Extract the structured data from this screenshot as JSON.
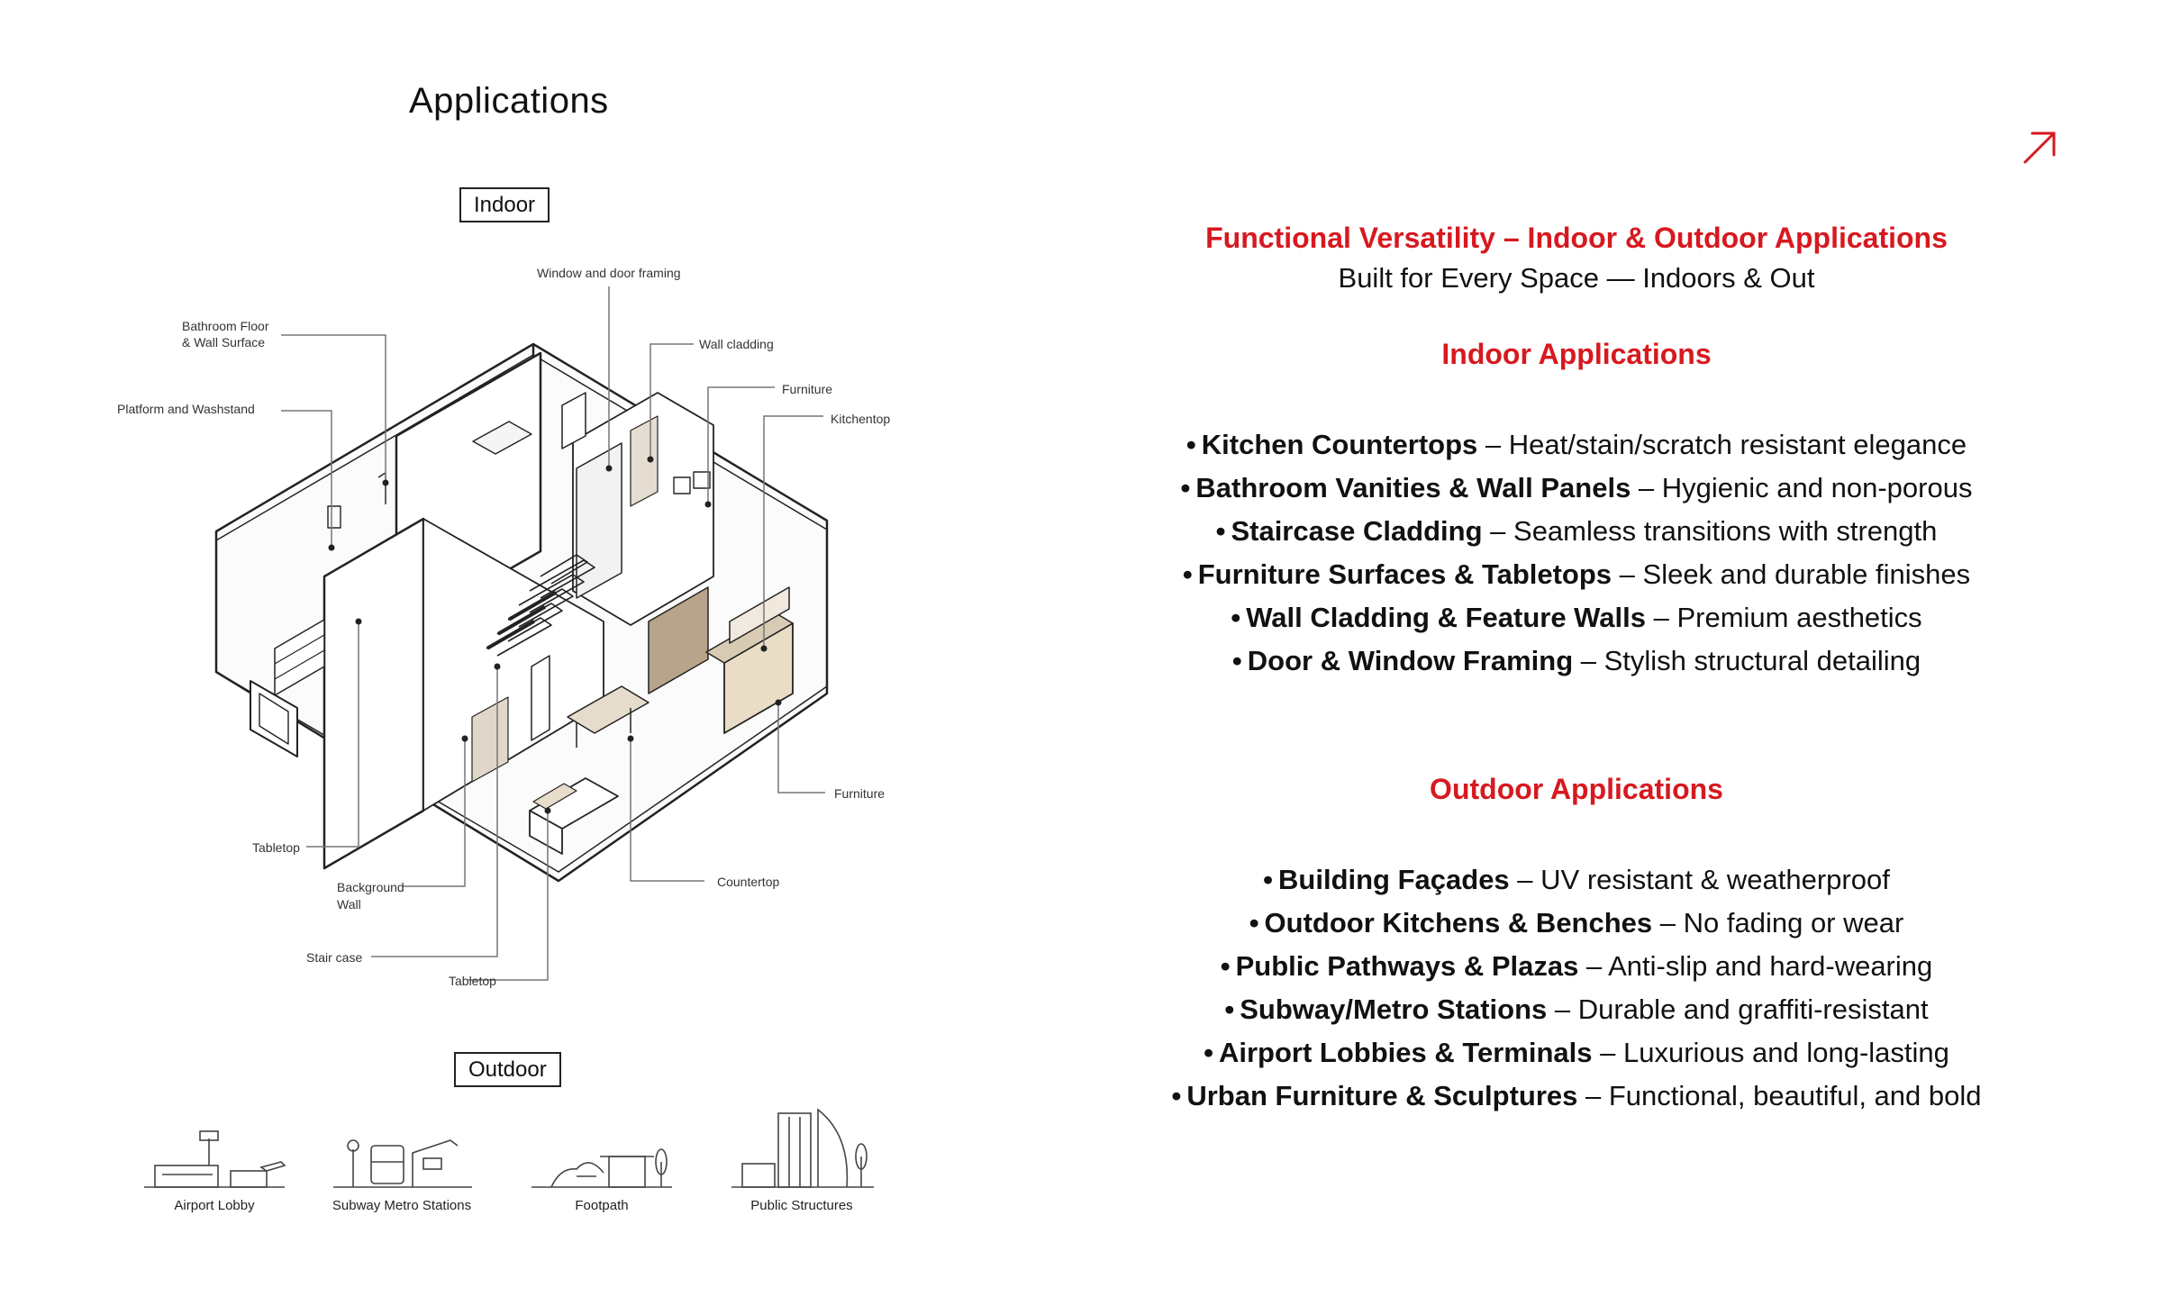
{
  "left": {
    "title": "Applications",
    "indoor_label": "Indoor",
    "outdoor_label": "Outdoor",
    "callouts": {
      "window_frame": "Window and door framing",
      "bath1": "Bathroom Floor",
      "bath2": "& Wall Surface",
      "wall_cladding": "Wall cladding",
      "furniture_top": "Furniture",
      "platform": "Platform and Washstand",
      "kitchentop": "Kitchentop",
      "furniture_right": "Furniture",
      "tabletop_left": "Tabletop",
      "bg1": "Background",
      "bg2": "Wall",
      "countertop": "Countertop",
      "staircase": "Stair case",
      "tabletop_bottom": "Tabletop"
    },
    "outdoor_items": [
      {
        "label": "Airport Lobby",
        "icon": "airport-icon"
      },
      {
        "label": "Subway Metro Stations",
        "icon": "subway-icon"
      },
      {
        "label": "Footpath",
        "icon": "footpath-icon"
      },
      {
        "label": "Public Structures",
        "icon": "public-structures-icon"
      }
    ]
  },
  "right": {
    "heading": "Functional Versatility – Indoor & Outdoor Applications",
    "subheading": "Built for Every Space — Indoors & Out",
    "indoor_heading": "Indoor Applications",
    "indoor_items": [
      {
        "bold": "Kitchen Countertops",
        "rest": " – Heat/stain/scratch resistant elegance"
      },
      {
        "bold": "Bathroom Vanities & Wall Panels",
        "rest": " – Hygienic and non-porous"
      },
      {
        "bold": "Staircase Cladding",
        "rest": " – Seamless transitions with strength"
      },
      {
        "bold": "Furniture Surfaces & Tabletops",
        "rest": " – Sleek and durable finishes"
      },
      {
        "bold": "Wall Cladding & Feature Walls",
        "rest": " – Premium aesthetics"
      },
      {
        "bold": "Door & Window Framing",
        "rest": " – Stylish structural detailing"
      }
    ],
    "outdoor_heading": "Outdoor Applications",
    "outdoor_items": [
      {
        "bold": "Building Façades",
        "rest": " – UV resistant & weatherproof"
      },
      {
        "bold": "Outdoor Kitchens & Benches",
        "rest": " – No fading or wear"
      },
      {
        "bold": "Public Pathways & Plazas",
        "rest": " – Anti-slip and hard-wearing"
      },
      {
        "bold": "Subway/Metro Stations",
        "rest": " – Durable and graffiti-resistant"
      },
      {
        "bold": "Airport Lobbies & Terminals",
        "rest": " – Luxurious and long-lasting"
      },
      {
        "bold": "Urban Furniture & Sculptures",
        "rest": " – Functional, beautiful, and bold"
      }
    ],
    "bullet": "•"
  },
  "colors": {
    "accent": "#d7191f",
    "text": "#111111"
  },
  "icons": {
    "corner": "arrow-up-right-icon"
  }
}
